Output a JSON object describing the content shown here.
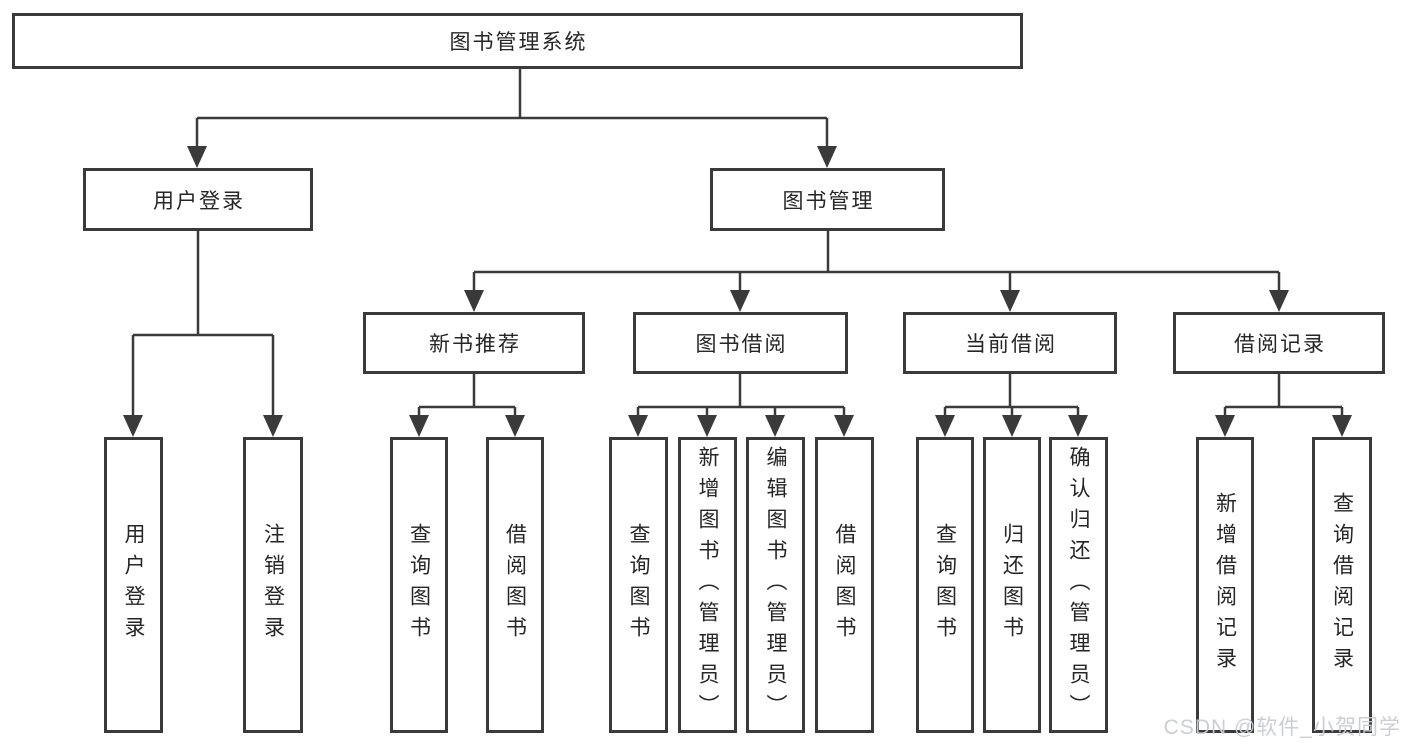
{
  "diagram": {
    "root": {
      "label": "图书管理系统"
    },
    "branches": [
      {
        "label": "用户登录",
        "children": [
          {
            "label": "用户登录"
          },
          {
            "label": "注销登录"
          }
        ]
      },
      {
        "label": "图书管理",
        "sections": [
          {
            "label": "新书推荐",
            "children": [
              {
                "label": "查询图书"
              },
              {
                "label": "借阅图书"
              }
            ]
          },
          {
            "label": "图书借阅",
            "children": [
              {
                "label": "查询图书"
              },
              {
                "label": "新增图书（管理员）"
              },
              {
                "label": "编辑图书（管理员）"
              },
              {
                "label": "借阅图书"
              }
            ]
          },
          {
            "label": "当前借阅",
            "children": [
              {
                "label": "查询图书"
              },
              {
                "label": "归还图书"
              },
              {
                "label": "确认归还（管理员）"
              }
            ]
          },
          {
            "label": "借阅记录",
            "children": [
              {
                "label": "新增借阅记录"
              },
              {
                "label": "查询借阅记录"
              }
            ]
          }
        ]
      }
    ]
  },
  "watermark": {
    "text": "CSDN @软件_小贺同学",
    "color": "#c9cbd1"
  },
  "colors": {
    "line": "#3a3a3a",
    "box_border": "#3a3a3a",
    "text": "#262626",
    "background": "#ffffff"
  }
}
